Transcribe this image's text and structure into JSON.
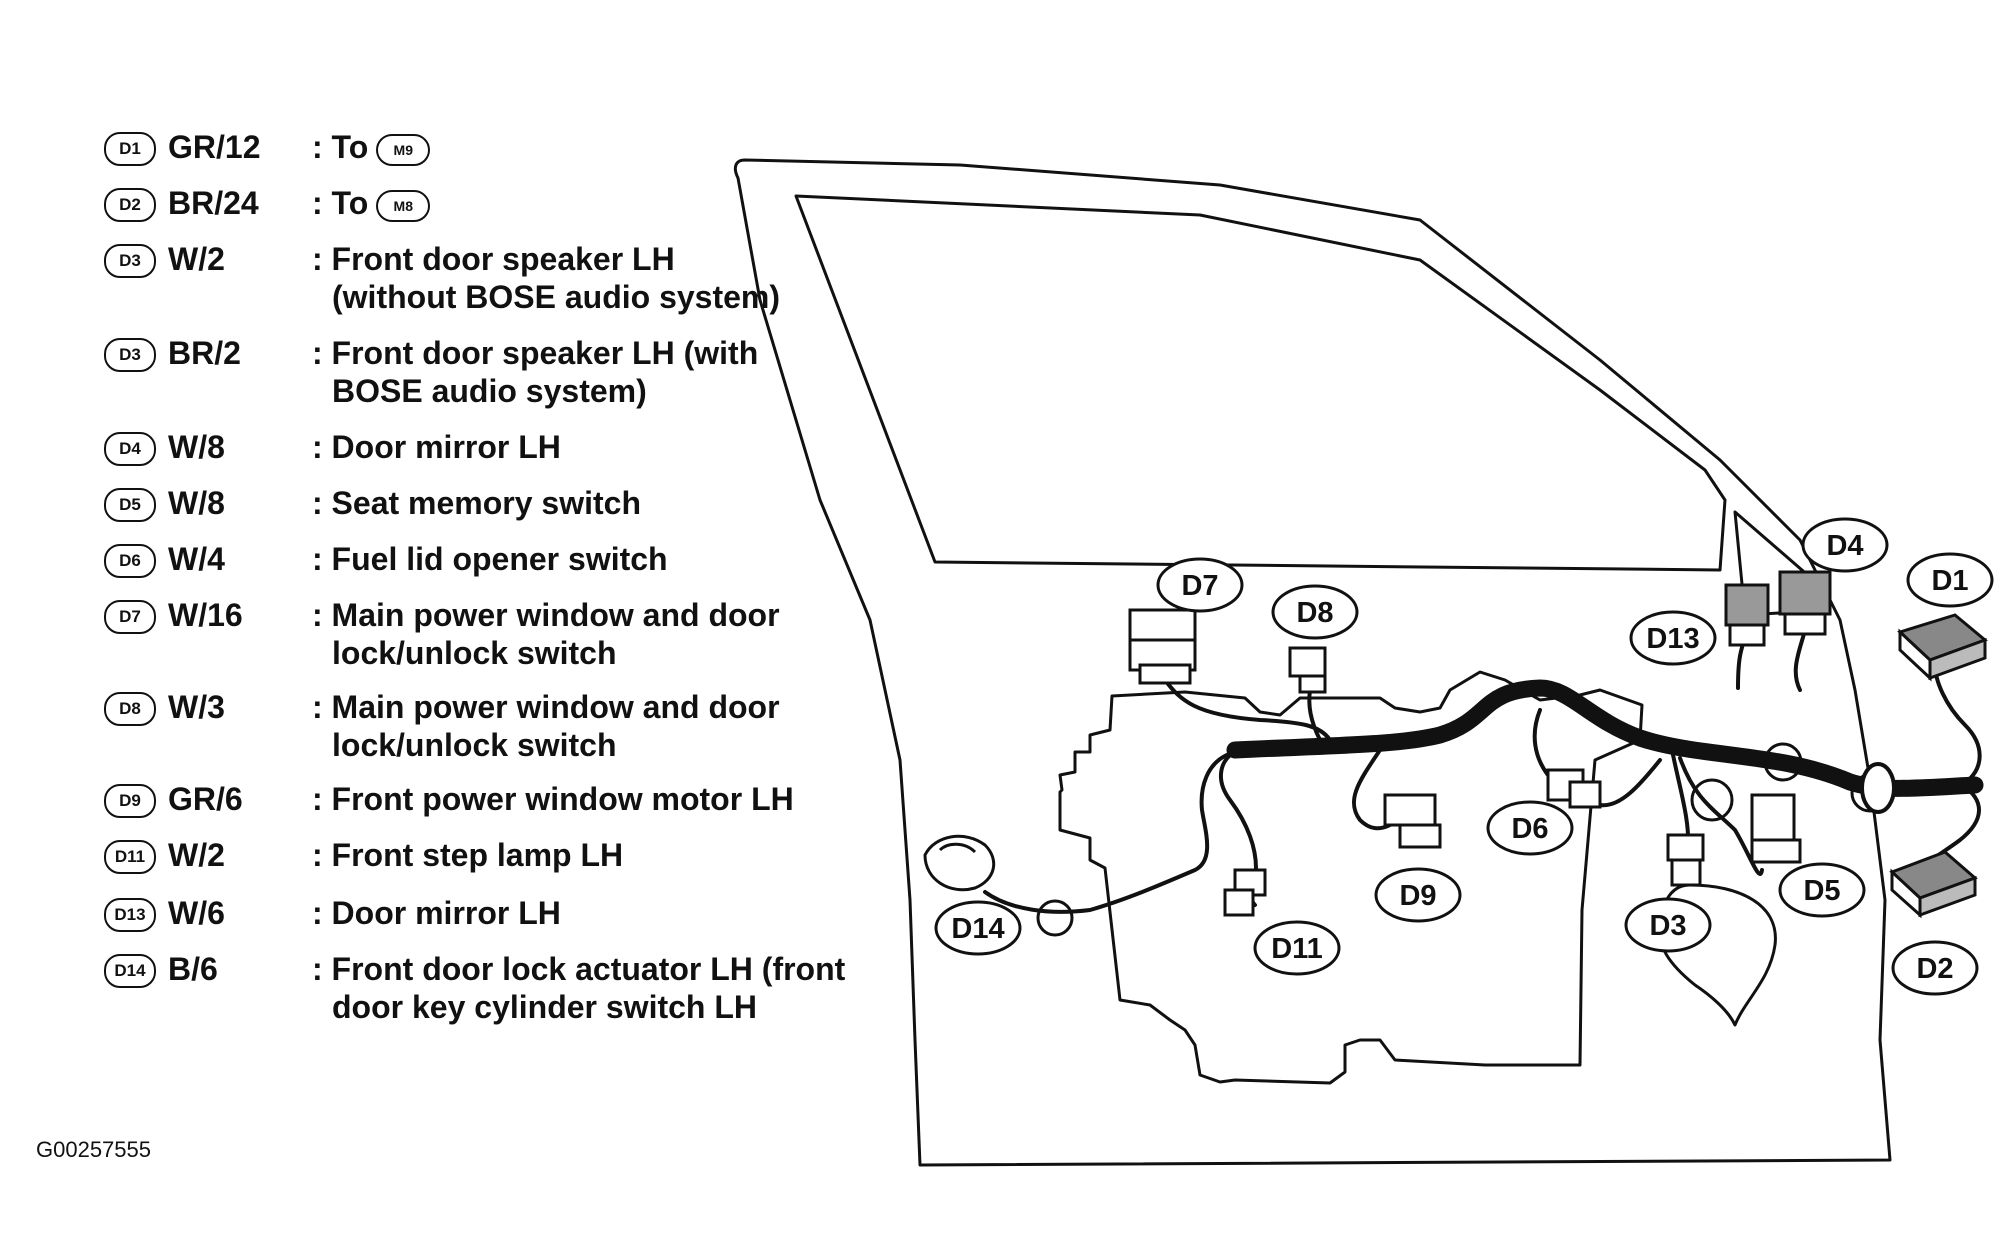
{
  "legend": [
    {
      "id": "D1",
      "wire": "GR/12",
      "prefix": ": To",
      "target": "M9",
      "text": ""
    },
    {
      "id": "D2",
      "wire": "BR/24",
      "prefix": ": To",
      "target": "M8",
      "text": ""
    },
    {
      "id": "D3",
      "wire": "W/2",
      "prefix": "",
      "target": "",
      "text": ": Front door speaker LH",
      "text2": "(without BOSE audio system)"
    },
    {
      "id": "D3",
      "wire": "BR/2",
      "prefix": "",
      "target": "",
      "text": ": Front door speaker LH (with",
      "text2": "BOSE audio system)"
    },
    {
      "id": "D4",
      "wire": "W/8",
      "prefix": "",
      "target": "",
      "text": ": Door mirror LH"
    },
    {
      "id": "D5",
      "wire": "W/8",
      "prefix": "",
      "target": "",
      "text": ": Seat memory switch"
    },
    {
      "id": "D6",
      "wire": "W/4",
      "prefix": "",
      "target": "",
      "text": ": Fuel lid opener switch"
    },
    {
      "id": "D7",
      "wire": "W/16",
      "prefix": "",
      "target": "",
      "text": ": Main power window and door",
      "text2": "lock/unlock switch"
    },
    {
      "id": "D8",
      "wire": "W/3",
      "prefix": "",
      "target": "",
      "text": ": Main power window and door",
      "text2": "lock/unlock switch"
    },
    {
      "id": "D9",
      "wire": "GR/6",
      "prefix": "",
      "target": "",
      "text": ": Front power window motor LH"
    },
    {
      "id": "D11",
      "wire": "W/2",
      "prefix": "",
      "target": "",
      "text": ": Front step lamp LH"
    },
    {
      "id": "D13",
      "wire": "W/6",
      "prefix": "",
      "target": "",
      "text": ": Door mirror LH"
    },
    {
      "id": "D14",
      "wire": "B/6",
      "prefix": "",
      "target": "",
      "text": ": Front door lock actuator LH (front",
      "text2": "door key cylinder switch LH"
    }
  ],
  "callouts": {
    "d1": "D1",
    "d2": "D2",
    "d3": "D3",
    "d4": "D4",
    "d5": "D5",
    "d6": "D6",
    "d7": "D7",
    "d8": "D8",
    "d9": "D9",
    "d11": "D11",
    "d13": "D13",
    "d14": "D14"
  },
  "figure_code": "G00257555"
}
